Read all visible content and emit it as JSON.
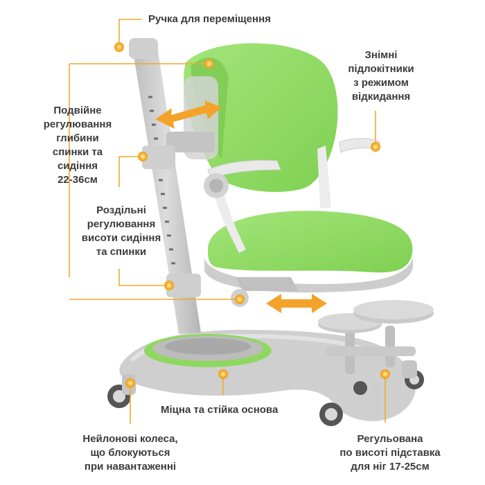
{
  "colors": {
    "accent": "#f2a92b",
    "chair_green": "#92dc66",
    "frame_gray": "#c8c8c8",
    "text": "#3b3b3b"
  },
  "labels": {
    "handle": "Ручка для переміщення",
    "armrests": [
      "Знімні",
      "підлокітники",
      "з режимом",
      "відкидання"
    ],
    "depth": [
      "Подвійне",
      "регулювання",
      "глибини",
      "спинки та",
      "сидіння",
      "22-36см"
    ],
    "height": [
      "Роздільні",
      "регулювання",
      "висоти сидіння",
      "та спинки"
    ],
    "base": "Міцна та стійка основа",
    "wheels": [
      "Нейлонові колеса,",
      "що блокуються",
      "при навантаженні"
    ],
    "footrest": [
      "Регульована",
      "по висоті підставка",
      "для ніг 17-25см"
    ]
  }
}
